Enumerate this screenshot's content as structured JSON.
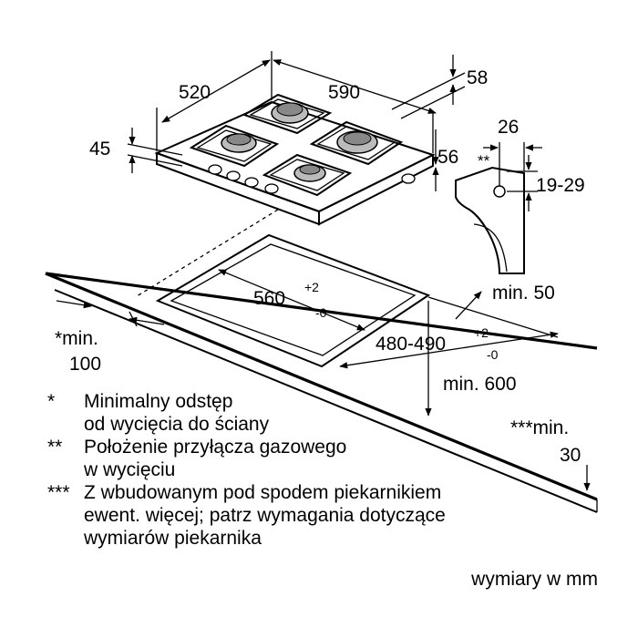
{
  "dimensions": {
    "depth": "520",
    "width": "590",
    "top_offset": "58",
    "height": "45",
    "side_offset": "56",
    "conn_width": "26",
    "conn_marker": "**",
    "conn_height": "19-29",
    "cutout_width": "560",
    "cutout_width_tol_plus": "+2",
    "cutout_width_tol_minus": "-0",
    "cutout_depth": "480-490",
    "cutout_depth_tol_plus": "+2",
    "cutout_depth_tol_minus": "-0",
    "rear_min": "min. 50",
    "wall_min_label": "*min.",
    "wall_min_value": "100",
    "front_min": "min. 600",
    "below_min_label": "***min.",
    "below_min_value": "30"
  },
  "legend": [
    {
      "mark": "*",
      "text": "Minimalny odstęp\nod wycięcia do ściany"
    },
    {
      "mark": "**",
      "text": "Położenie przyłącza gazowego\nw wycięciu"
    },
    {
      "mark": "***",
      "text": "Z wbudowanym pod spodem piekarnikiem\newent. więcej; patrz wymagania dotyczące\nwymiarów piekarnika"
    }
  ],
  "units": "wymiary w mm"
}
